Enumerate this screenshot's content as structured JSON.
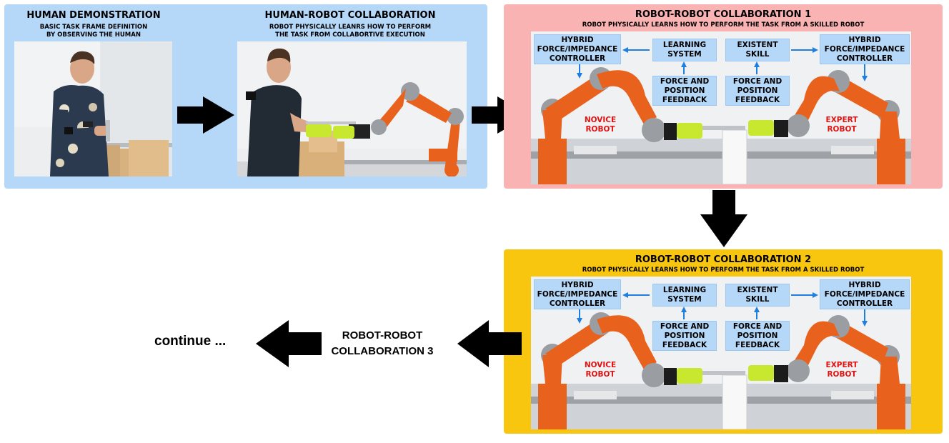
{
  "human_panel": {
    "demo": {
      "title": "HUMAN DEMONSTRATION",
      "sub1": "BASIC TASK FRAME DEFINITION",
      "sub2": "BY OBSERVING THE HUMAN"
    },
    "collab": {
      "title": "HUMAN-ROBOT COLLABORATION",
      "sub1": "ROBOT PHYSICALLY LEANRS HOW TO PERFORM",
      "sub2": "THE TASK FROM COLLABORTIVE EXECUTION"
    }
  },
  "rr1": {
    "title": "ROBOT-ROBOT COLLABORATION 1",
    "subtitle": "ROBOT PHYSICALLY LEARNS HOW TO PERFORM THE TASK FROM A SKILLED ROBOT",
    "hybrid_left": [
      "HYBRID",
      "FORCE/IMPEDANCE",
      "CONTROLLER"
    ],
    "learning": [
      "LEARNING",
      "SYSTEM"
    ],
    "existent": [
      "EXISTENT",
      "SKILL"
    ],
    "hybrid_right": [
      "HYBRID",
      "FORCE/IMPEDANCE",
      "CONTROLLER"
    ],
    "feedback_left": [
      "FORCE AND",
      "POSITION",
      "FEEDBACK"
    ],
    "feedback_right": [
      "FORCE AND",
      "POSITION",
      "FEEDBACK"
    ],
    "novice": [
      "NOVICE",
      "ROBOT"
    ],
    "expert": [
      "EXPERT",
      "ROBOT"
    ]
  },
  "rr2": {
    "title": "ROBOT-ROBOT COLLABORATION 2",
    "subtitle": "ROBOT PHYSICALLY LEARNS HOW TO PERFORM THE TASK FROM A SKILLED ROBOT",
    "hybrid_left": [
      "HYBRID",
      "FORCE/IMPEDANCE",
      "CONTROLLER"
    ],
    "learning": [
      "LEARNING",
      "SYSTEM"
    ],
    "existent": [
      "EXISTENT",
      "SKILL"
    ],
    "hybrid_right": [
      "HYBRID",
      "FORCE/IMPEDANCE",
      "CONTROLLER"
    ],
    "feedback_left": [
      "FORCE AND",
      "POSITION",
      "FEEDBACK"
    ],
    "feedback_right": [
      "FORCE AND",
      "POSITION",
      "FEEDBACK"
    ],
    "novice": [
      "NOVICE",
      "ROBOT"
    ],
    "expert": [
      "EXPERT",
      "ROBOT"
    ]
  },
  "rr3": {
    "line1": "ROBOT-ROBOT",
    "line2": "COLLABORATION 3"
  },
  "continue_text": "continue ...",
  "colors": {
    "human_panel_bg": "#b5d7f8",
    "rr1_panel_bg": "#f9b3b3",
    "rr2_panel_bg": "#f9c60f",
    "label_box_bg": "#b5d7f8",
    "flow_arrow": "#1f7fe0",
    "robot_label": "#e01313",
    "robot_orange": "#e8621d"
  }
}
